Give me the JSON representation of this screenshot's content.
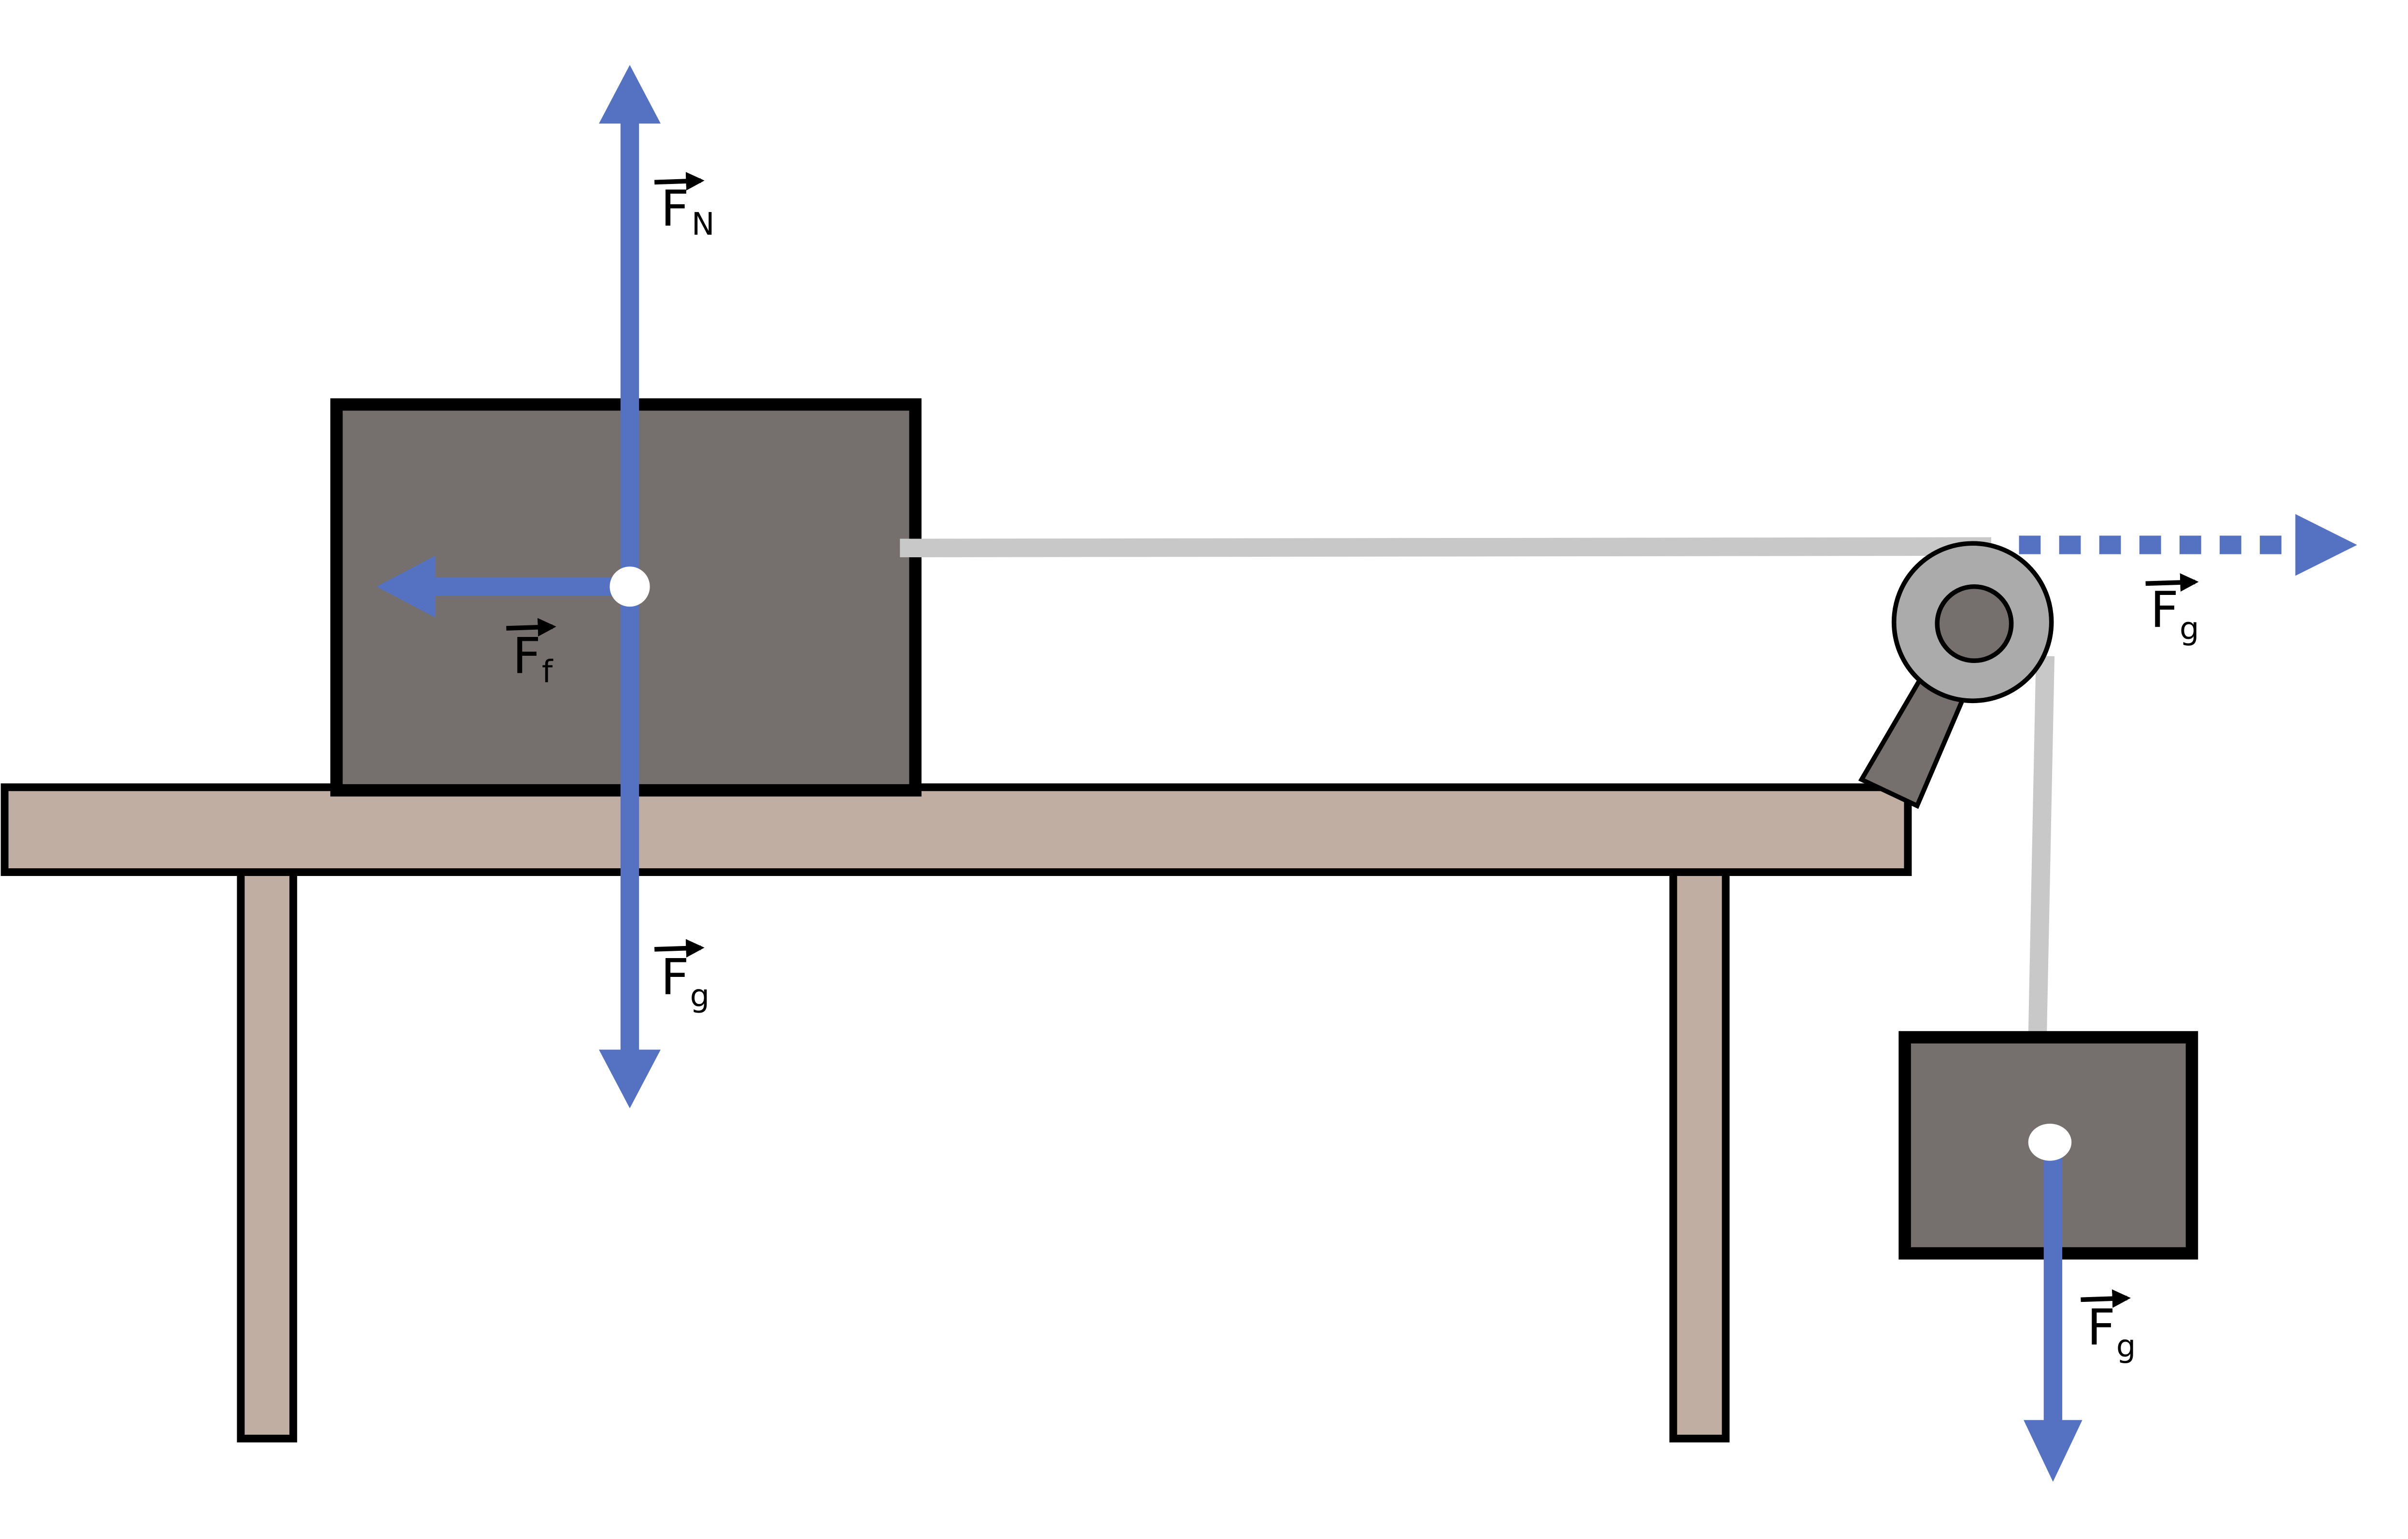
{
  "colors": {
    "force_arrow": "#5572c2",
    "block": "#75706e",
    "table": "#c0aea2",
    "rope": "#c8c8c8",
    "pulley_outer": "#ababab",
    "pulley_inner": "#75706e"
  },
  "labels": {
    "normal": {
      "main": "F",
      "sub": "N"
    },
    "friction": {
      "main": "F",
      "sub": "f"
    },
    "gravity_block1": {
      "main": "F",
      "sub": "g"
    },
    "tension_dashed": {
      "main": "F",
      "sub": "g"
    },
    "gravity_block2": {
      "main": "F",
      "sub": "g"
    }
  }
}
